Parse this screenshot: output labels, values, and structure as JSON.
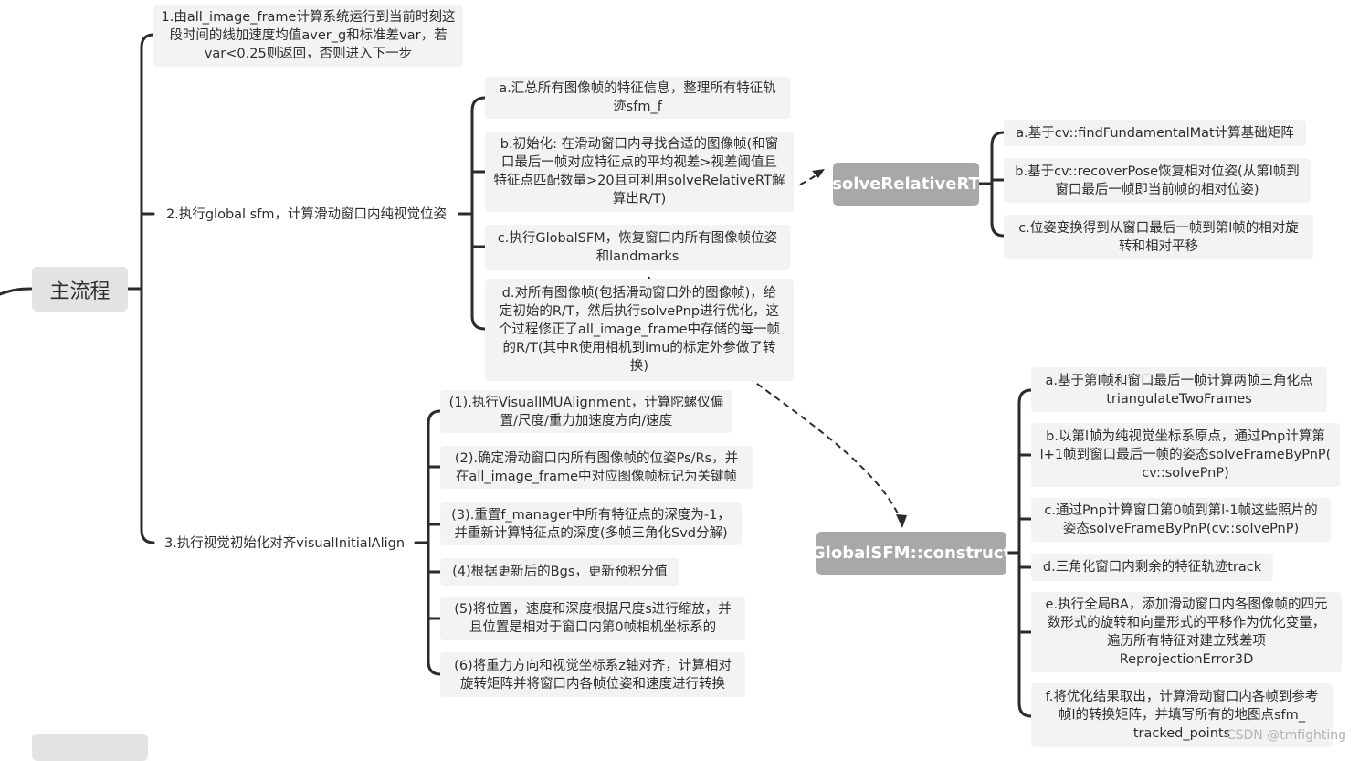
{
  "root": {
    "label": "主流程"
  },
  "steps": [
    {
      "label": "1.由all_image_frame计算系统运行到当前时刻这\n段时间的线加速度均值aver_g和标准差var，若\nvar<0.25则返回，否则进入下一步"
    },
    {
      "label": "2.执行global sfm，计算滑动窗口内纯视觉位姿"
    },
    {
      "label": "3.执行视觉初始化对齐visualInitialAlign"
    }
  ],
  "sfm_steps": [
    {
      "label": "a.汇总所有图像帧的特征信息，整理所有特征轨\n迹sfm_f"
    },
    {
      "label": "b.初始化: 在滑动窗口内寻找合适的图像帧(和窗\n口最后一帧对应特征点的平均视差>视差阈值且\n特征点匹配数量>20且可利用solveRelativeRT解\n算出R/T)"
    },
    {
      "label": "c.执行GlobalSFM，恢复窗口内所有图像帧位姿\n和landmarks"
    },
    {
      "label": "d.对所有图像帧(包括滑动窗口外的图像帧)，给\n定初始的R/T，然后执行solvePnp进行优化，这\n个过程修正了all_image_frame中存储的每一帧\n的R/T(其中R使用相机到imu的标定外参做了转\n换)"
    }
  ],
  "align_steps": [
    {
      "label": "(1).执行VisualIMUAlignment，计算陀螺仪偏\n置/尺度/重力加速度方向/速度"
    },
    {
      "label": "(2).确定滑动窗口内所有图像帧的位姿Ps/Rs，并\n在all_image_frame中对应图像帧标记为关键帧"
    },
    {
      "label": "(3).重置f_manager中所有特征点的深度为-1，\n并重新计算特征点的深度(多帧三角化Svd分解)"
    },
    {
      "label": "(4)根据更新后的Bgs，更新预积分值"
    },
    {
      "label": "(5)将位置，速度和深度根据尺度s进行缩放，并\n且位置是相对于窗口内第0帧相机坐标系的"
    },
    {
      "label": "(6)将重力方向和视觉坐标系z轴对齐，计算相对\n旋转矩阵并将窗口内各帧位姿和速度进行转换"
    }
  ],
  "solve_relative": {
    "label": "solveRelativeRT",
    "items": [
      {
        "label": "a.基于cv::findFundamentalMat计算基础矩阵"
      },
      {
        "label": "b.基于cv::recoverPose恢复相对位姿(从第l帧到\n窗口最后一帧即当前帧的相对位姿)"
      },
      {
        "label": "c.位姿变换得到从窗口最后一帧到第l帧的相对旋\n转和相对平移"
      }
    ]
  },
  "global_sfm": {
    "label": "GlobalSFM::construct",
    "items": [
      {
        "label": "a.基于第l帧和窗口最后一帧计算两帧三角化点\ntriangulateTwoFrames"
      },
      {
        "label": "b.以第l帧为纯视觉坐标系原点，通过Pnp计算第\nl+1帧到窗口最后一帧的姿态solveFrameByPnP(\ncv::solvePnP)"
      },
      {
        "label": "c.通过Pnp计算窗口第0帧到第l-1帧这些照片的\n姿态solveFrameByPnP(cv::solvePnP)"
      },
      {
        "label": "d.三角化窗口内剩余的特征轨迹track"
      },
      {
        "label": "e.执行全局BA，添加滑动窗口内各图像帧的四元\n数形式的旋转和向量形式的平移作为优化变量，\n遍历所有特征对建立残差项\nReprojectionError3D"
      },
      {
        "label": "f.将优化结果取出，计算滑动窗口内各帧到参考\n帧l的转换矩阵，并填写所有的地图点sfm_\ntracked_points"
      }
    ]
  },
  "watermark": "CSDN @tmfighting",
  "colors": {
    "line": "#2b2b2b",
    "node_bg": "#f3f3f3",
    "hub_bg": "#a8a8a8",
    "root_bg": "#e3e3e3"
  }
}
